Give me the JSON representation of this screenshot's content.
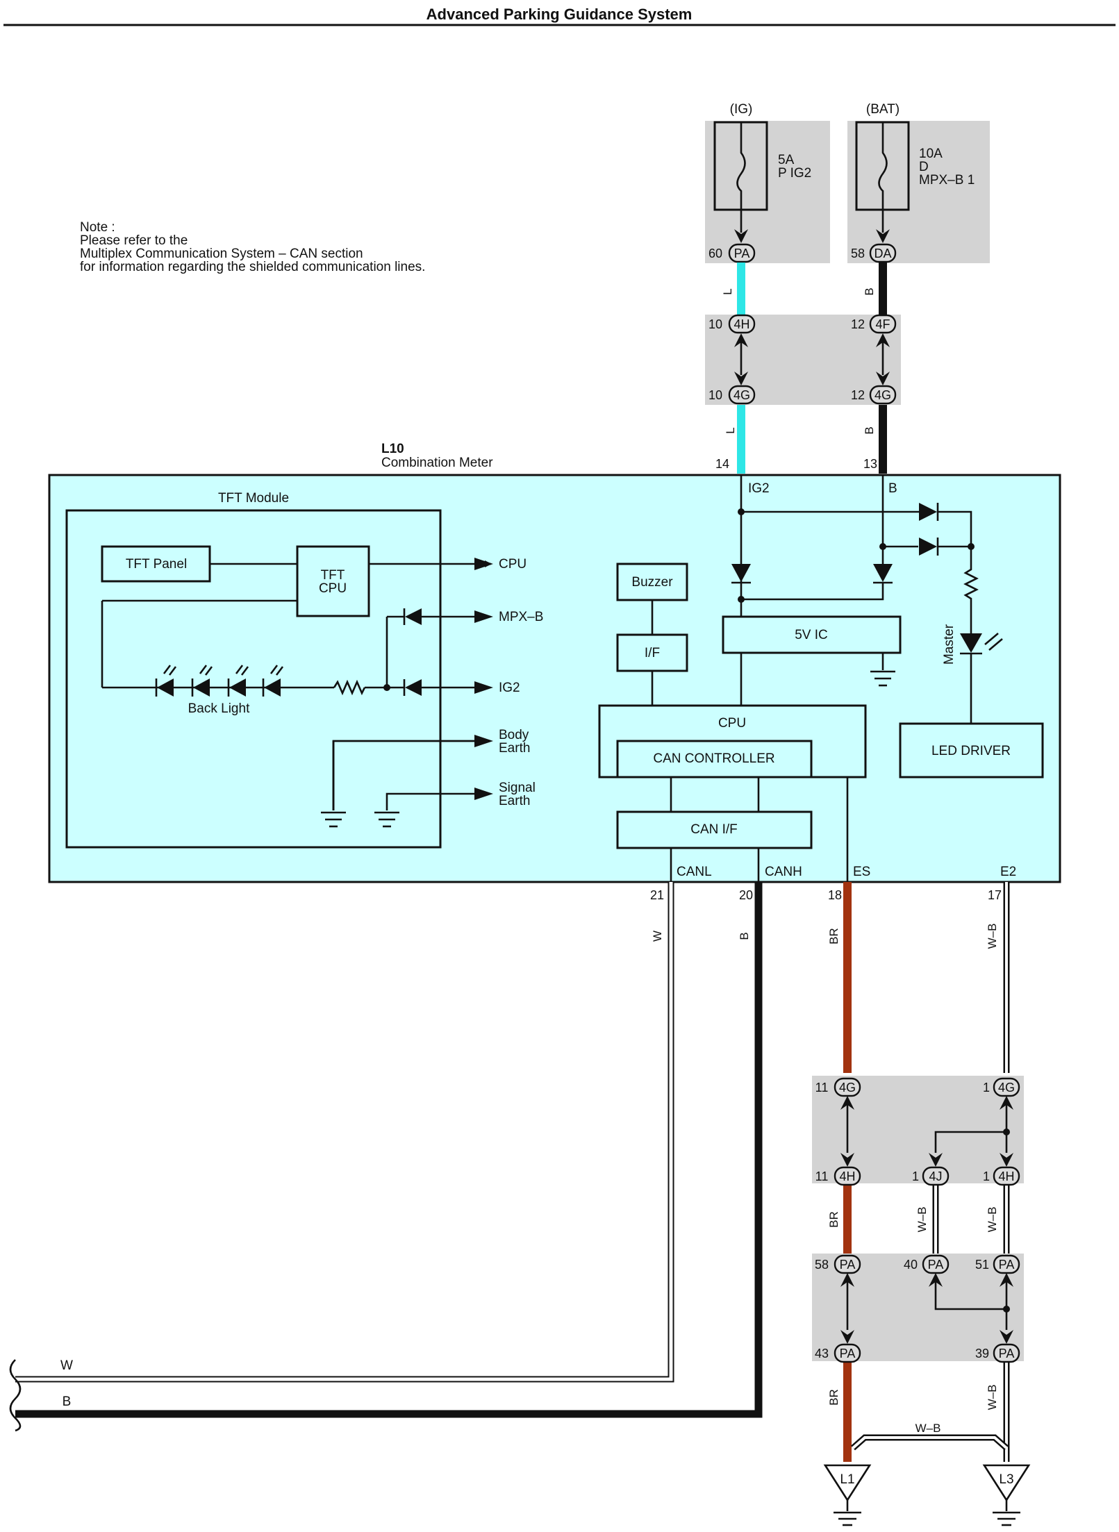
{
  "title": "Advanced Parking Guidance System",
  "note": {
    "line1": "Note :",
    "line2": "Please refer to the",
    "line3": "Multiplex Communication System – CAN section",
    "line4": "for information regarding the shielded communication lines."
  },
  "fuses": {
    "ig": {
      "source": "(IG)",
      "rating": "5A",
      "name": "P IG2",
      "pin": "60",
      "connector": "PA",
      "wire": "L"
    },
    "bat": {
      "source": "(BAT)",
      "rating": "10A",
      "code": "D",
      "name": "MPX–B 1",
      "pin": "58",
      "connector": "DA",
      "wire": "B"
    }
  },
  "junction_upper": {
    "left_top": {
      "pin": "10",
      "connector": "4H"
    },
    "right_top": {
      "pin": "12",
      "connector": "4F"
    },
    "left_bottom": {
      "pin": "10",
      "connector": "4G"
    },
    "right_bottom": {
      "pin": "12",
      "connector": "4G"
    },
    "left_wire": "L",
    "right_wire": "B"
  },
  "meter": {
    "id": "L10",
    "name": "Combination Meter",
    "pin_ig2": "14",
    "pin_b": "13",
    "label_ig2": "IG2",
    "label_b": "B",
    "tft_module": "TFT Module",
    "tft_panel": "TFT Panel",
    "tft_cpu_line1": "TFT",
    "tft_cpu_line2": "CPU",
    "back_light": "Back Light",
    "out_cpu": "CPU",
    "out_mpxb": "MPX–B",
    "out_ig2": "IG2",
    "out_body_earth_1": "Body",
    "out_body_earth_2": "Earth",
    "out_signal_earth_1": "Signal",
    "out_signal_earth_2": "Earth",
    "buzzer": "Buzzer",
    "if": "I/F",
    "ic5v": "5V IC",
    "cpu": "CPU",
    "can_controller": "CAN CONTROLLER",
    "can_if": "CAN I/F",
    "master": "Master",
    "led_driver": "LED DRIVER",
    "term_canl": "CANL",
    "term_canh": "CANH",
    "term_es": "ES",
    "term_e2": "E2",
    "pin_canl": "21",
    "pin_canh": "20",
    "pin_es": "18",
    "pin_e2": "17",
    "wire_canl": "W",
    "wire_canh": "B",
    "wire_es": "BR",
    "wire_e2": "W–B"
  },
  "junction_lower": {
    "j1_left": {
      "pin": "11",
      "connector": "4G"
    },
    "j1_right": {
      "pin": "1",
      "connector": "4G"
    },
    "j2_left": {
      "pin": "11",
      "connector": "4H"
    },
    "j2_mid": {
      "pin": "1",
      "connector": "4J"
    },
    "j2_right": {
      "pin": "1",
      "connector": "4H"
    },
    "j3_left": {
      "pin": "58",
      "connector": "PA"
    },
    "j3_mid": {
      "pin": "40",
      "connector": "PA"
    },
    "j3_right": {
      "pin": "51",
      "connector": "PA"
    },
    "j4_left": {
      "pin": "43",
      "connector": "PA"
    },
    "j4_right": {
      "pin": "39",
      "connector": "PA"
    },
    "wire_br": "BR",
    "wire_wb": "W–B"
  },
  "bus_left": {
    "w": "W",
    "b": "B"
  },
  "grounds": {
    "l1": "L1",
    "l3": "L3"
  },
  "colors": {
    "wire_l": "#2ee6e6",
    "wire_b": "#111111",
    "wire_br": "#a23310",
    "meter_fill": "#ccffff",
    "junction_gray": "#d3d3d3"
  }
}
